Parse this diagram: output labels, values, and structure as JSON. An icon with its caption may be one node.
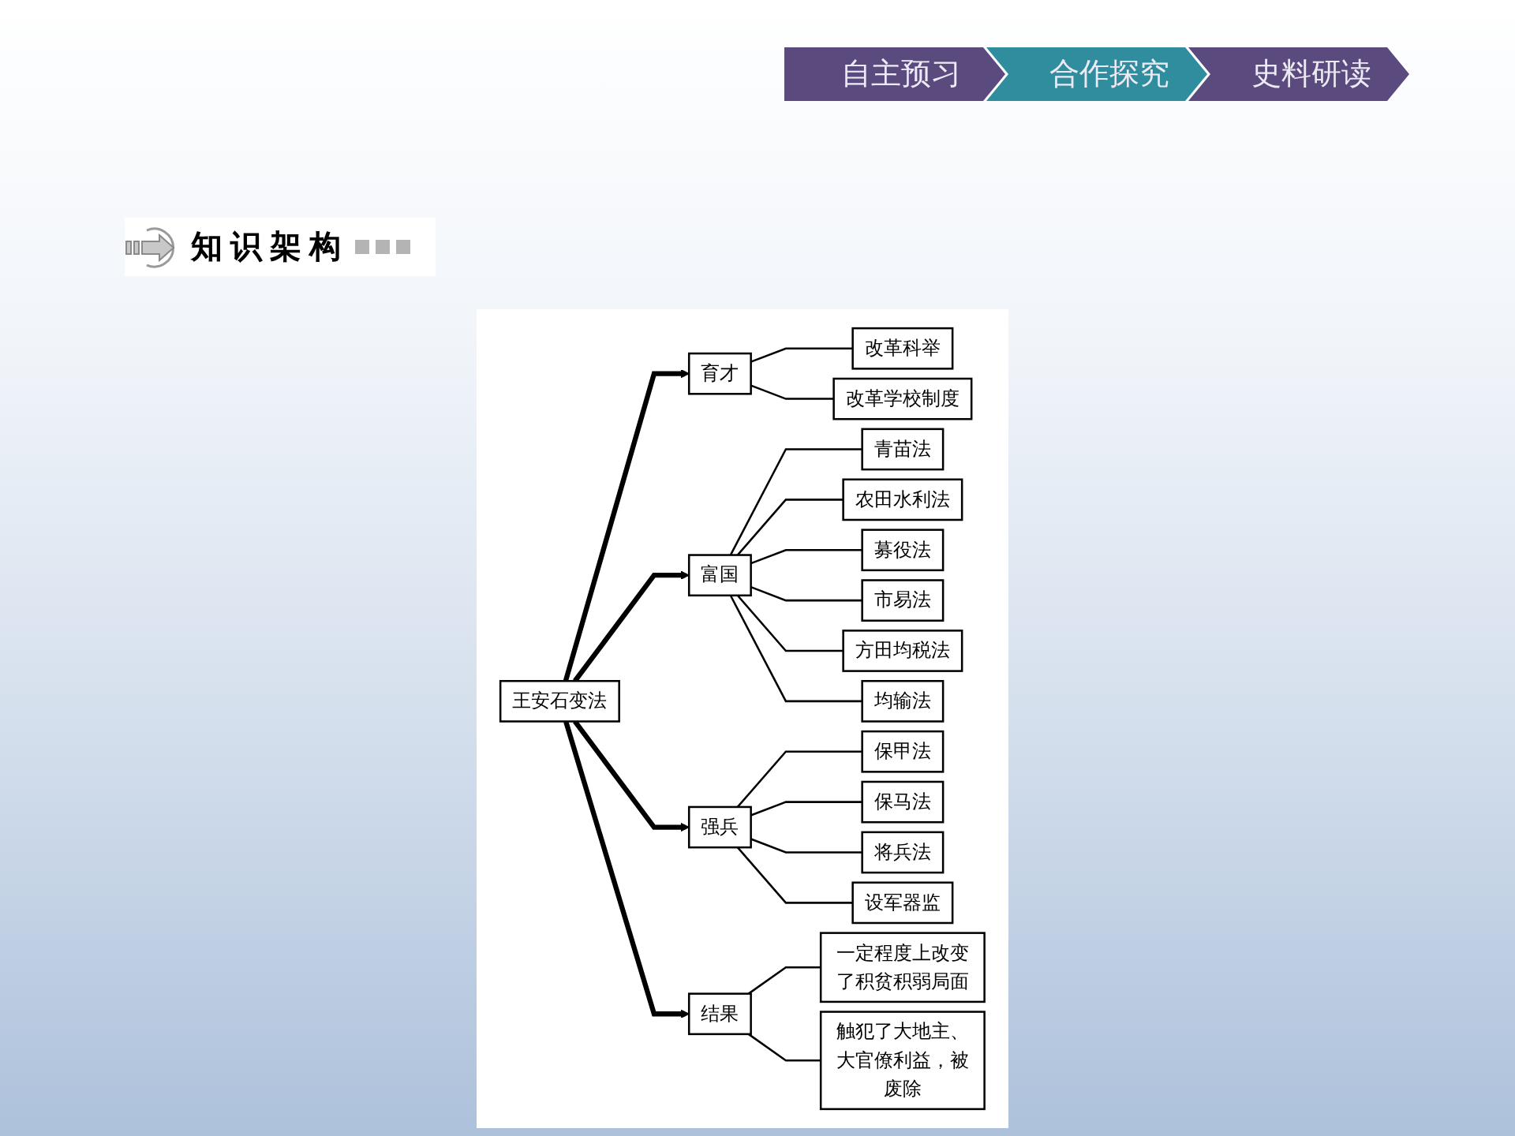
{
  "diagram": {
    "title": "知识架构",
    "nodes": [
      {
        "text": [
          "改革科举"
        ]
      },
      {
        "text": [
          "改革学校制度"
        ]
      },
      {
        "text": [
          "育才"
        ]
      },
      {
        "text": [
          "青苗法"
        ]
      },
      {
        "text": [
          "农田水利法"
        ]
      },
      {
        "text": [
          "募役法"
        ]
      },
      {
        "text": [
          "市易法"
        ]
      },
      {
        "text": [
          "方田均税法"
        ]
      },
      {
        "text": [
          "均输法"
        ]
      },
      {
        "text": [
          "富国"
        ]
      },
      {
        "text": [
          "王安石变法"
        ]
      },
      {
        "text": [
          "强兵"
        ]
      },
      {
        "text": [
          "保甲法"
        ]
      },
      {
        "text": [
          "保马法"
        ]
      },
      {
        "text": [
          "将兵法"
        ]
      },
      {
        "text": [
          "设军器监"
        ]
      },
      {
        "text": [
          "结果"
        ]
      },
      {
        "text": [
          "一定程度上改变了积贫积弱局面"
        ]
      },
      {
        "text": [
          "触犯了大地主、大官僚利益，被废除"
        ]
      }
    ],
    "edges": [
      {
        "from": 10,
        "to": 2,
        "arrow": "to",
        "style": "thick"
      },
      {
        "from": 10,
        "to": 9,
        "arrow": "to",
        "style": "thick"
      },
      {
        "from": 10,
        "to": 11,
        "arrow": "to",
        "style": "thick"
      },
      {
        "from": 10,
        "to": 16,
        "arrow": "to",
        "style": "thick"
      },
      {
        "from": 2,
        "to": 0,
        "arrow": "none"
      },
      {
        "from": 2,
        "to": 1,
        "arrow": "none"
      },
      {
        "from": 9,
        "to": 3,
        "arrow": "none"
      },
      {
        "from": 9,
        "to": 4,
        "arrow": "none"
      },
      {
        "from": 9,
        "to": 5,
        "arrow": "none"
      },
      {
        "from": 9,
        "to": 6,
        "arrow": "none"
      },
      {
        "from": 9,
        "to": 7,
        "arrow": "none"
      },
      {
        "from": 9,
        "to": 8,
        "arrow": "none"
      },
      {
        "from": 11,
        "to": 12,
        "arrow": "none"
      },
      {
        "from": 11,
        "to": 13,
        "arrow": "none"
      },
      {
        "from": 11,
        "to": 14,
        "arrow": "none"
      },
      {
        "from": 11,
        "to": 15,
        "arrow": "none"
      },
      {
        "from": 16,
        "to": 17,
        "arrow": "none"
      },
      {
        "from": 16,
        "to": 18,
        "arrow": "none"
      }
    ],
    "labels": [
      "自主预习",
      "合作探究",
      "史料研读"
    ]
  }
}
